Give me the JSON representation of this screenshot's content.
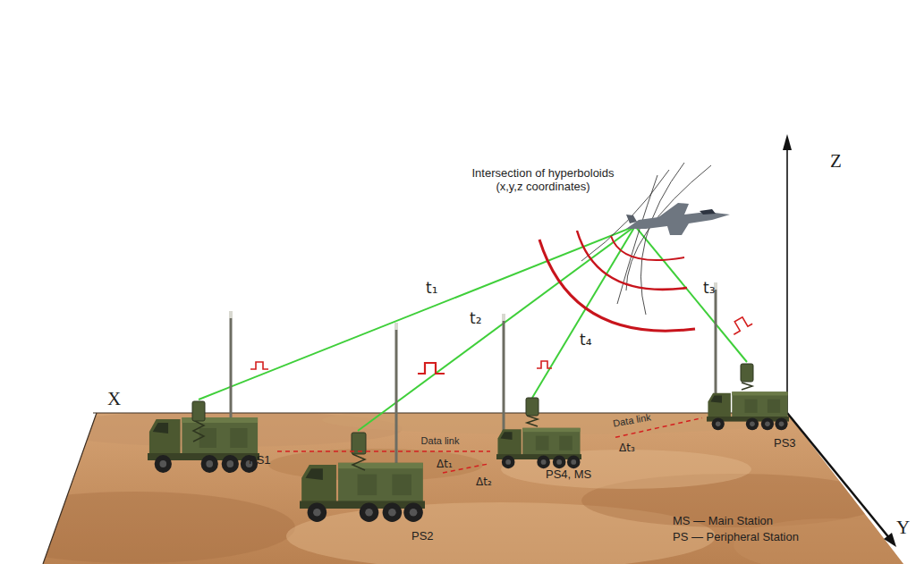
{
  "diagram": {
    "nodes": [
      {
        "text": [
          "PS1"
        ]
      },
      {
        "text": [
          "PS2"
        ]
      },
      {
        "text": [
          "PS4, MS"
        ]
      },
      {
        "text": [
          "PS3"
        ]
      }
    ],
    "edges": [
      {
        "from": 0,
        "to": 2,
        "arrow": "none",
        "label": "Data link"
      },
      {
        "from": 1,
        "to": 2,
        "arrow": "none"
      },
      {
        "from": 2,
        "to": 3,
        "arrow": "none",
        "label": "Data link"
      }
    ],
    "labels": [
      "Intersection of hyperboloids (x,y,z coordinates)",
      "t₁",
      "t₂",
      "t₄",
      "t₃",
      "Δt₁",
      "Δt₂",
      "Δt₃",
      "MS — Main Station",
      "PS — Peripheral Station",
      "X",
      "Y",
      "Z"
    ]
  }
}
